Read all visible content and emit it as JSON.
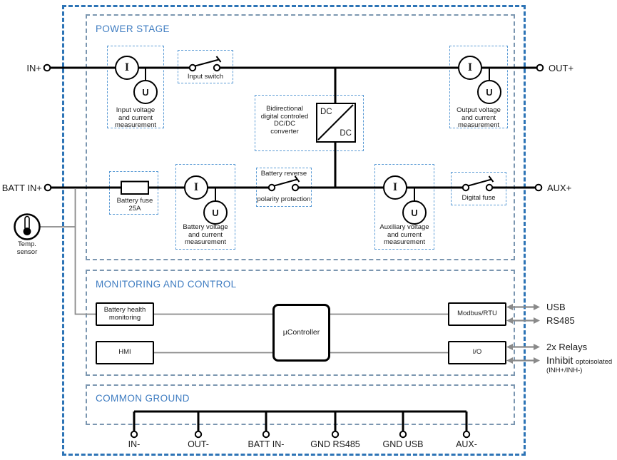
{
  "power_stage": {
    "title": "POWER STAGE",
    "meters": {
      "input": {
        "i": "I",
        "u": "U",
        "caption": "Input voltage\nand current\nmeasurement"
      },
      "output": {
        "i": "I",
        "u": "U",
        "caption": "Output voltage\nand current\nmeasurement"
      },
      "battery": {
        "i": "I",
        "u": "U",
        "caption": "Battery voltage\nand current\nmeasurement"
      },
      "auxiliary": {
        "i": "I",
        "u": "U",
        "caption": "Auxiliary voltage\nand current\nmeasurement"
      }
    },
    "input_switch": {
      "label": "Input switch"
    },
    "converter": {
      "caption": "Bidirectional\ndigital controled\nDC/DC\nconverter",
      "dc_in": "DC",
      "dc_out": "DC"
    },
    "battery_fuse": {
      "label": "Battery fuse\n25A"
    },
    "reverse_protection": {
      "line1": "Battery reverse",
      "line2": "polarity protection"
    },
    "digital_fuse": {
      "label": "Digital fuse"
    },
    "temp_sensor": {
      "label": "Temp.\nsensor",
      "icon": "thermometer-icon"
    }
  },
  "terminals": {
    "in_plus": "IN+",
    "out_plus": "OUT+",
    "batt_in_plus": "BATT IN+",
    "aux_plus": "AUX+"
  },
  "monitoring": {
    "title": "MONITORING AND CONTROL",
    "battery_health": "Battery health\nmonitoring",
    "hmi": "HMI",
    "ucontroller": "µController",
    "modbus": "Modbus/RTU",
    "io": "I/O",
    "ports": {
      "usb": "USB",
      "rs485": "RS485",
      "relays": "2x Relays",
      "inhibit": "Inhibit",
      "inhibit_note": "optoisolated",
      "inhibit_pins": "(INH+/INH-)"
    }
  },
  "common_ground": {
    "title": "COMMON GROUND",
    "terminals": [
      "IN-",
      "OUT-",
      "BATT IN-",
      "GND RS485",
      "GND USB",
      "AUX-"
    ]
  },
  "colors": {
    "outer_border": "#2d74b6",
    "section_border": "#7b96b0",
    "component_border": "#5b9bd5",
    "section_title": "#3e7cc1",
    "wire": "#000000",
    "signal_wire": "#8a8a8a"
  }
}
